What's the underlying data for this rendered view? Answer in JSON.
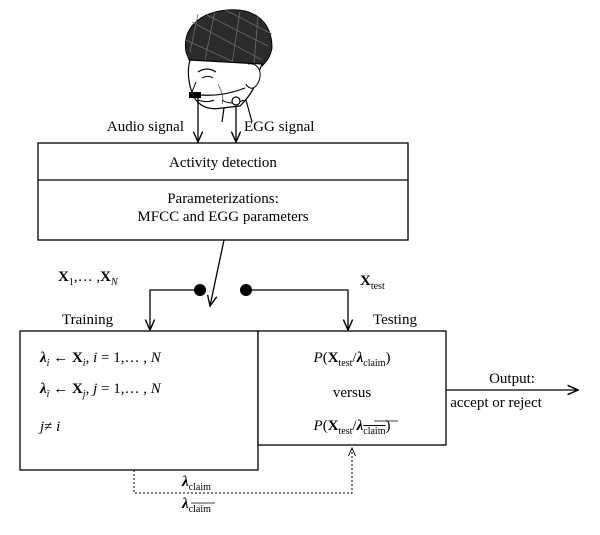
{
  "inputs": {
    "audio_label": "Audio signal",
    "egg_label": "EGG signal"
  },
  "frontend": {
    "activity_label": "Activity detection",
    "param_line1": "Parameterizations:",
    "param_line2": "MFCC and EGG parameters"
  },
  "switch": {
    "train_vectors": "X1,… ,XN",
    "test_vector": "Xtest"
  },
  "training": {
    "title": "Training",
    "eq1": "λi ← Xi, i = 1,… , N",
    "eq2": "λī ← Xj, j = 1,… , N",
    "eq3": "j ≠ i"
  },
  "testing": {
    "title": "Testing",
    "prob1": "P(Xtest/λclaim)",
    "versus": "versus",
    "prob2": "P(Xtest/λclaim‾)"
  },
  "output": {
    "line1": "Output:",
    "line2": "accept or reject"
  },
  "models": {
    "claim": "λclaim",
    "claim_bar": "λclaim‾"
  },
  "illustration": {
    "icon": "head-with-egg-helmet-icon"
  }
}
